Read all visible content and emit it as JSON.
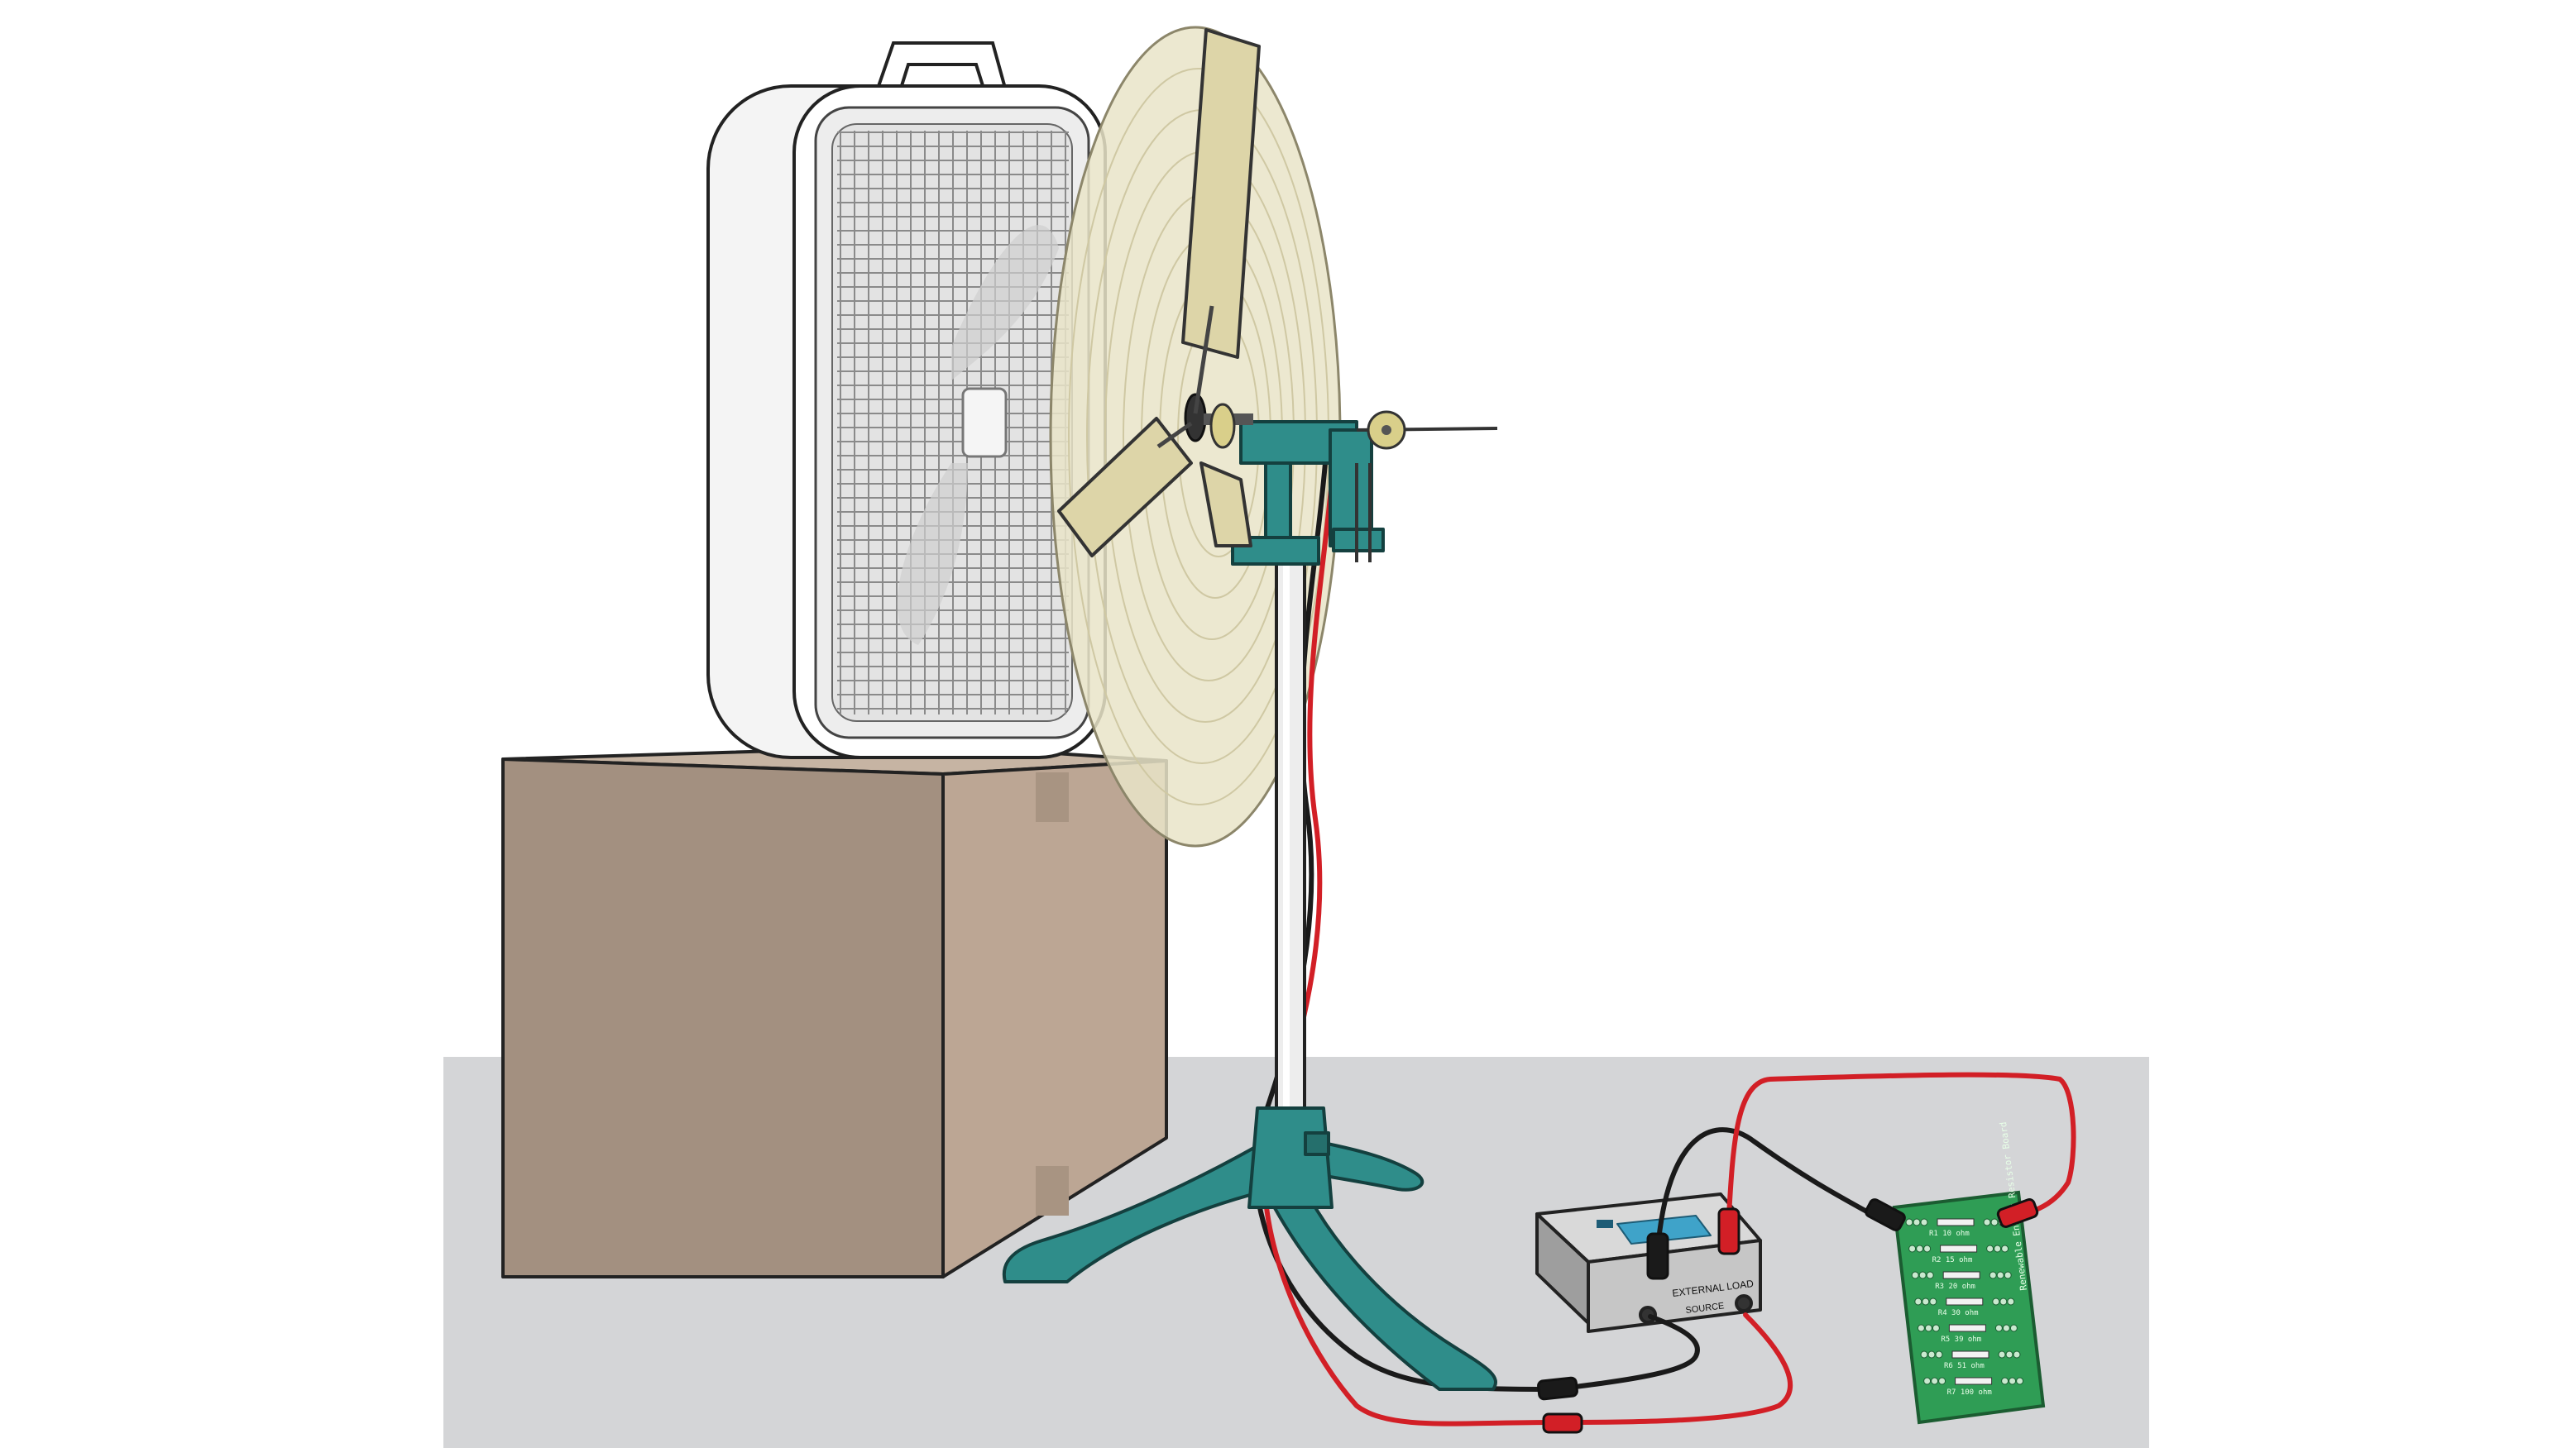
{
  "labels": {
    "source": "SOURCE",
    "external_load": "EXTERNAL LOAD",
    "board_title": "Renewable Energy Resistor Board",
    "resistors": [
      "R1 10 ohm",
      "R2 15 ohm",
      "R3 20 ohm",
      "R4 30 ohm",
      "R5 39 ohm",
      "R6 51 ohm",
      "R7 100 ohm"
    ]
  },
  "colors": {
    "floor": "#d4d5d7",
    "box_front": "#a39080",
    "box_side": "#bca694",
    "box_top": "#c6b4a3",
    "fan_body": "#ffffff",
    "blade_disc": "#e9e4c8",
    "blade": "#ddd5a8",
    "stand": "#2f8d8a",
    "wire_red": "#d21f26",
    "wire_black": "#1a1a1a",
    "board": "#2f9d55"
  }
}
